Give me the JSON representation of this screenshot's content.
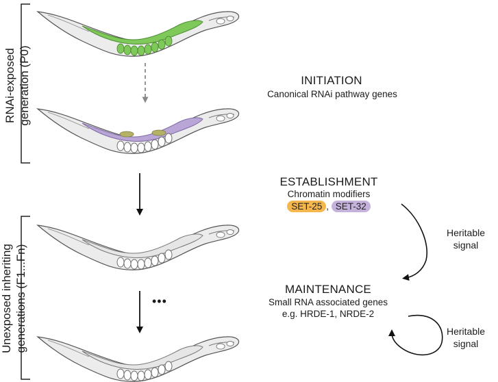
{
  "side_labels": {
    "top": [
      "RNAi-exposed",
      "generation (P0)"
    ],
    "bottom": [
      "Unexposed inheriting",
      "generations (F1...Fn)"
    ]
  },
  "stages": {
    "initiation": {
      "title": "INITIATION",
      "subtitle": "Canonical RNAi pathway genes"
    },
    "establishment": {
      "title": "ESTABLISHMENT",
      "subtitle": "Chromatin modifiers",
      "gene_a": "SET-25",
      "separator": ",",
      "gene_b": "SET-32"
    },
    "maintenance": {
      "title": "MAINTENANCE",
      "subtitle": "Small RNA associated genes",
      "examples": "e.g. HRDE-1, NRDE-2"
    }
  },
  "heritable_labels": {
    "first": [
      "Heritable",
      "signal"
    ],
    "second": [
      "Heritable",
      "signal"
    ]
  },
  "ellipsis": "•••",
  "colors": {
    "germline_green": "#7fc85a",
    "germline_purple": "#b9a6d6",
    "germline_olive": "#b5b268",
    "worm_fill": "#ececec",
    "worm_outline": "#555555",
    "pill_orange": "#f5b74c",
    "pill_purple": "#c4b1dc"
  }
}
